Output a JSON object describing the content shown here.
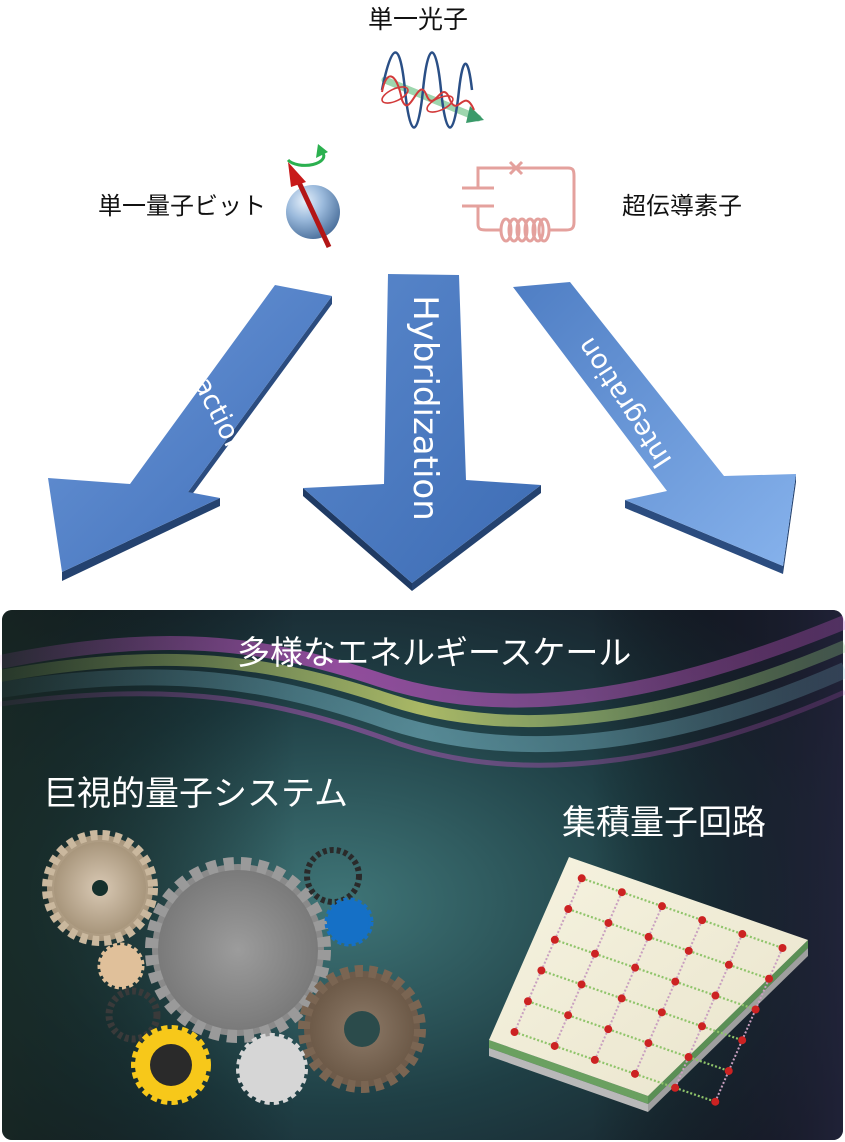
{
  "top_labels": {
    "single_photon": "単一光子",
    "single_qubit": "単一量子ビット",
    "superconducting_element": "超伝導素子"
  },
  "arrows": {
    "left": "Interaction",
    "center": "Hybridization",
    "right": "Integration"
  },
  "panel": {
    "energy_scale": "多様なエネルギースケール",
    "macroscopic_system": "巨視的量子システム",
    "integrated_circuit": "集積量子回路"
  },
  "colors": {
    "arrow_blue": "#4a79c4",
    "arrow_edge": "#23406e",
    "panel_dark": "#17282d",
    "gear_yellow": "#f7c81a",
    "gear_blue": "#1570c6",
    "circuit_red": "#cc2222",
    "circuit_green": "#8fc46a"
  }
}
